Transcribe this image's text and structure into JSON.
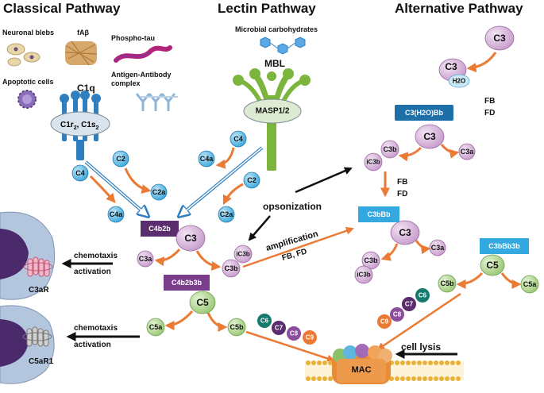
{
  "headers": {
    "classical": "Classical Pathway",
    "lectin": "Lectin Pathway",
    "alternative": "Alternative Pathway"
  },
  "triggers": {
    "neuronal_blebs": "Neuronal blebs",
    "fab": "fAβ",
    "phospho_tau": "Phospho-tau",
    "apoptotic_cells": "Apoptotic cells",
    "antigen_antibody_1": "Antigen-Antibody",
    "antigen_antibody_2": "complex",
    "microbial_carbs": "Microbial carbohydrates"
  },
  "receptors": {
    "c1q": "C1q",
    "c1r2": "C1r",
    "c1r_sub": "2",
    "c1s": ", C1s",
    "c1s_sub": "2",
    "mbl": "MBL",
    "masp": "MASP1/2"
  },
  "molecules": {
    "c2": "C2",
    "c4": "C4",
    "c4a": "C4a",
    "c2a": "C2a",
    "c4b2b": "C4b2b",
    "c3": "C3",
    "c3a": "C3a",
    "c3b": "C3b",
    "ic3b": "iC3b",
    "c4b2b3b": "C4b2b3b",
    "c5": "C5",
    "c5a": "C5a",
    "c5b": "C5b",
    "c6": "C6",
    "c7": "C7",
    "c8": "C8",
    "c9": "C9",
    "h2o": "H2O",
    "c3h2obb": "C3(H2O)Bb",
    "c3bbb": "C3bBb",
    "c3bbb3b": "C3bBb3b",
    "fb": "FB",
    "fd": "FD",
    "mac": "MAC"
  },
  "labels": {
    "opsonization": "opsonization",
    "amplification": "amplification",
    "fb_fd": "FB, FD",
    "chemotaxis": "chemotaxis",
    "activation": "activation",
    "c3ar": "C3aR",
    "c5ar1": "C5aR1",
    "cell_lysis": "cell lysis"
  },
  "colors": {
    "c1q_blue": "#2f7fc0",
    "mbl_green": "#7cb53e",
    "small_blue": "#4fb7e6",
    "purple_ball": "#dcb8de",
    "c4b2b_box": "#5b2d6e",
    "c4b2b3b_box": "#7a3d8c",
    "c3bbb_box": "#33a9df",
    "c3h2obb_box": "#1e6fa8",
    "green_ball": "#b9df9a",
    "orange_arrow": "#ea7a34",
    "mac_orange": "#e98c3a",
    "cell_gray": "#b4c6dd",
    "nucleus": "#4a2a6b"
  }
}
